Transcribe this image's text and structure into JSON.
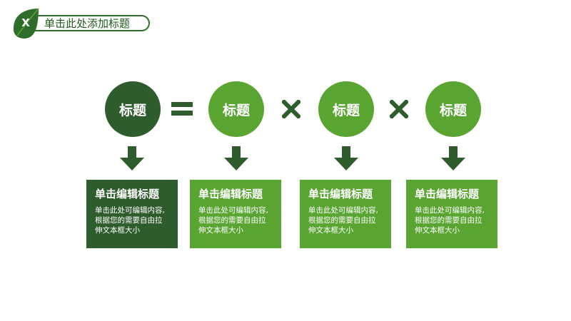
{
  "header": {
    "logo_letter": "X",
    "title": "单击此处添加标题"
  },
  "colors": {
    "dark_green": "#2f5c2c",
    "light_green": "#5aa532"
  },
  "equation": {
    "circles": [
      {
        "label": "标题",
        "style": "dark"
      },
      {
        "label": "标题",
        "style": "light"
      },
      {
        "label": "标题",
        "style": "light"
      },
      {
        "label": "标题",
        "style": "light"
      }
    ],
    "operators": [
      "equals-icon",
      "multiply-icon",
      "multiply-icon"
    ]
  },
  "cards": [
    {
      "title": "单击编辑标题",
      "desc_line1": "单击此处可编辑内容,",
      "desc_line2": "根据您的需要自由拉",
      "desc_line3": "伸文本框大小"
    },
    {
      "title": "单击编辑标题",
      "desc_line1": "单击此处可编辑内容,",
      "desc_line2": "根据您的需要自由拉",
      "desc_line3": "伸文本框大小"
    },
    {
      "title": "单击编辑标题",
      "desc_line1": "单击此处可编辑内容,",
      "desc_line2": "根据您的需要自由拉",
      "desc_line3": "伸文本框大小"
    },
    {
      "title": "单击编辑标题",
      "desc_line1": "单击此处可编辑内容,",
      "desc_line2": "根据您的需要自由拉",
      "desc_line3": "伸文本框大小"
    }
  ]
}
